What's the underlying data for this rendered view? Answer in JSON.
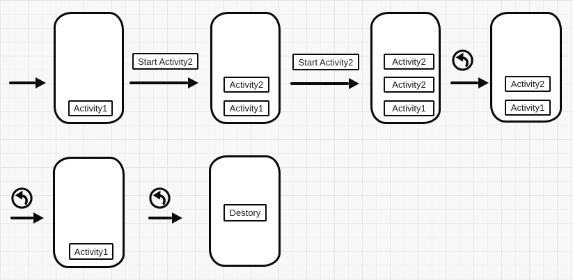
{
  "canvas": {
    "background": "#f8f8f8",
    "grid_minor_line": "#f0f0f0",
    "grid_major_line": "#e7e7e7",
    "ink": "#0a0a0a",
    "surface": "#ffffff"
  },
  "flow": {
    "row1": {
      "phone1": {
        "stack": [
          "Activity1"
        ]
      },
      "transition1": {
        "label": "Start Activity2"
      },
      "phone2": {
        "stack": [
          "Activity2",
          "Activity1"
        ]
      },
      "transition2": {
        "label": "Start Activity2"
      },
      "phone3": {
        "stack": [
          "Activity2",
          "Activity2",
          "Activity1"
        ]
      },
      "transition3": {
        "icon": "back-icon"
      },
      "phone4": {
        "stack": [
          "Activity2",
          "Activity1"
        ]
      }
    },
    "row2": {
      "transition4": {
        "icon": "back-icon"
      },
      "phone5": {
        "stack": [
          "Activity1"
        ]
      },
      "transition5": {
        "icon": "back-icon"
      },
      "phone6": {
        "stack": [
          "Destory"
        ]
      }
    }
  }
}
